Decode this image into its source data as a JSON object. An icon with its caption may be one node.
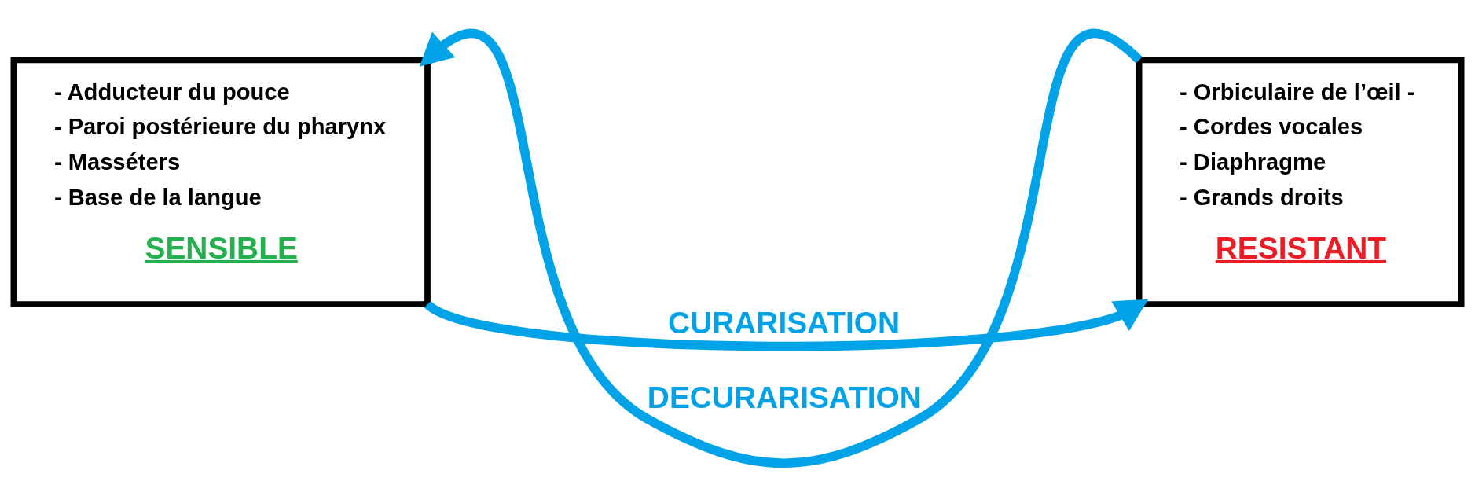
{
  "diagram": {
    "nodes": [
      {
        "text": [
          "- Adducteur du pouce",
          "- Paroi postérieure du pharynx",
          "- Masséters",
          "- Base de la langue",
          "SENSIBLE"
        ]
      },
      {
        "text": [
          "- Orbiculaire de l’œil -",
          "- Cordes vocales",
          "- Diaphragme",
          "- Grands droits",
          "RESISTANT"
        ]
      }
    ],
    "edges": [
      {
        "from": 1,
        "to": 0,
        "arrow": "to",
        "label": "DECURARISATION"
      },
      {
        "from": 0,
        "to": 1,
        "arrow": "to",
        "label": "CURARISATION"
      }
    ]
  }
}
